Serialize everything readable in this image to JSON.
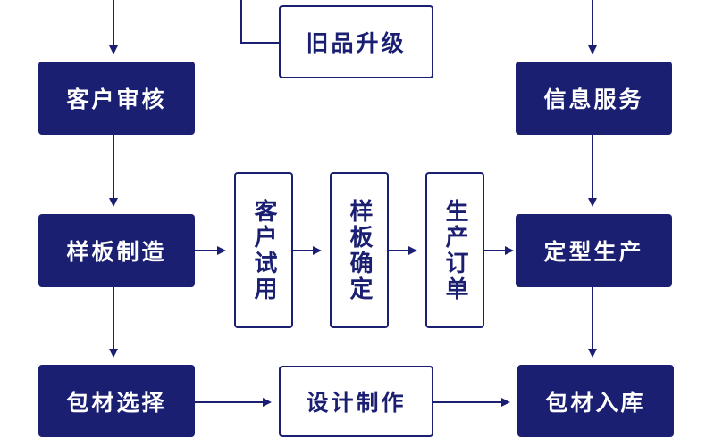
{
  "colors": {
    "navy": "#1b1f72",
    "background": "#ffffff"
  },
  "nodes": {
    "customer_review": "客户审核",
    "sample_making": "样板制造",
    "packaging_selection": "包材选择",
    "old_product_upgrade": "旧品升级",
    "customer_trial": "客户试用",
    "sample_confirm": "样板确定",
    "production_order": "生产订单",
    "design_production": "设计制作",
    "info_service": "信息服务",
    "final_production": "定型生产",
    "packaging_storage": "包材入库"
  }
}
